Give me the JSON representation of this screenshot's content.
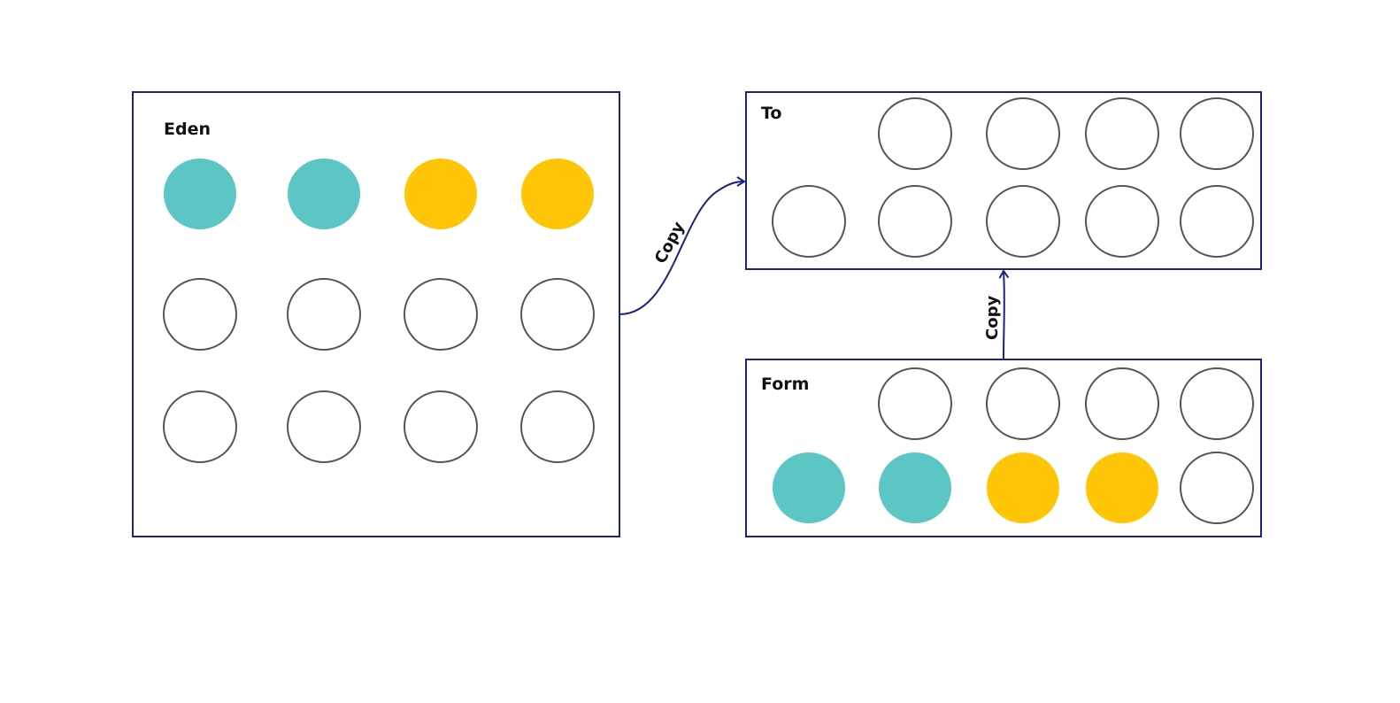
{
  "colors": {
    "teal": "#5cc6c4",
    "yellow": "#ffc508",
    "empty": "#ffffff",
    "outline": "#555555",
    "border": "#1a237e"
  },
  "boxes": {
    "eden": {
      "label": "Eden",
      "rows": [
        [
          "teal",
          "teal",
          "yellow",
          "yellow"
        ],
        [
          "empty",
          "empty",
          "empty",
          "empty"
        ],
        [
          "empty",
          "empty",
          "empty",
          "empty"
        ]
      ]
    },
    "to": {
      "label": "To",
      "rows": [
        [
          "empty",
          "empty",
          "empty",
          "empty"
        ],
        [
          "empty",
          "empty",
          "empty",
          "empty",
          "empty"
        ]
      ]
    },
    "form": {
      "label": "Form",
      "rows": [
        [
          "empty",
          "empty",
          "empty",
          "empty"
        ],
        [
          "teal",
          "teal",
          "yellow",
          "yellow",
          "empty"
        ]
      ]
    }
  },
  "arrows": {
    "eden_to_to": {
      "label": "Copy"
    },
    "form_to_to": {
      "label": "Copy"
    }
  }
}
